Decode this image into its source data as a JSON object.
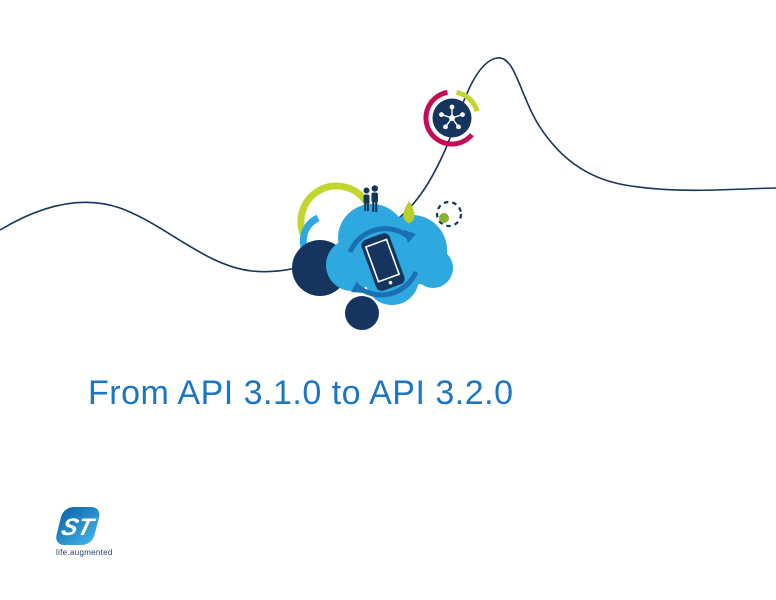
{
  "slide": {
    "title": "From API 3.1.0 to API 3.2.0"
  },
  "logo": {
    "brand": "ST",
    "tagline": "life.augmented"
  },
  "colors": {
    "title_blue": "#1d76c4",
    "navy": "#15355e",
    "light_blue": "#2ea9e0",
    "lime_green": "#c3d62f",
    "olive_green": "#86b22f",
    "magenta": "#c50d56",
    "logo_blue_dark": "#0e62a9",
    "logo_blue_light": "#41b6e8"
  },
  "icons": {
    "wave-line": "decorative curved line",
    "cloud-icon": "cloud shapes",
    "smartphone-icon": "phone with sync arrows",
    "people-icon": "two person silhouettes",
    "network-icon": "hub with connected nodes",
    "teardrop-icon": "green droplet",
    "dashed-circle-icon": "dashed circle with green dot",
    "st-logo": "ST brand mark"
  }
}
